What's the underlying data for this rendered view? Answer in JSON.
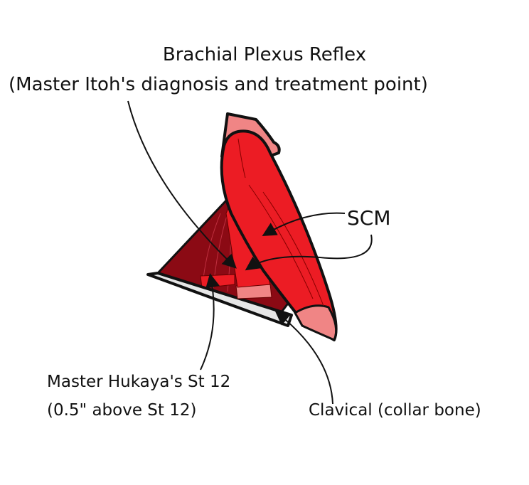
{
  "title": {
    "line1": "Brachial Plexus Reflex",
    "line2": "(Master Itoh's diagnosis and treatment point)"
  },
  "labels": {
    "scm": "SCM",
    "hukaya_line1": "Master Hukaya's St 12",
    "hukaya_line2": "(0.5\" above St 12)",
    "clavicle": "Clavical (collar bone)"
  },
  "colors": {
    "muscle_red": "#ec1c24",
    "dark_muscle": "#8b0a14",
    "tendon_pink": "#f08585",
    "bone": "#e6e6e6"
  }
}
